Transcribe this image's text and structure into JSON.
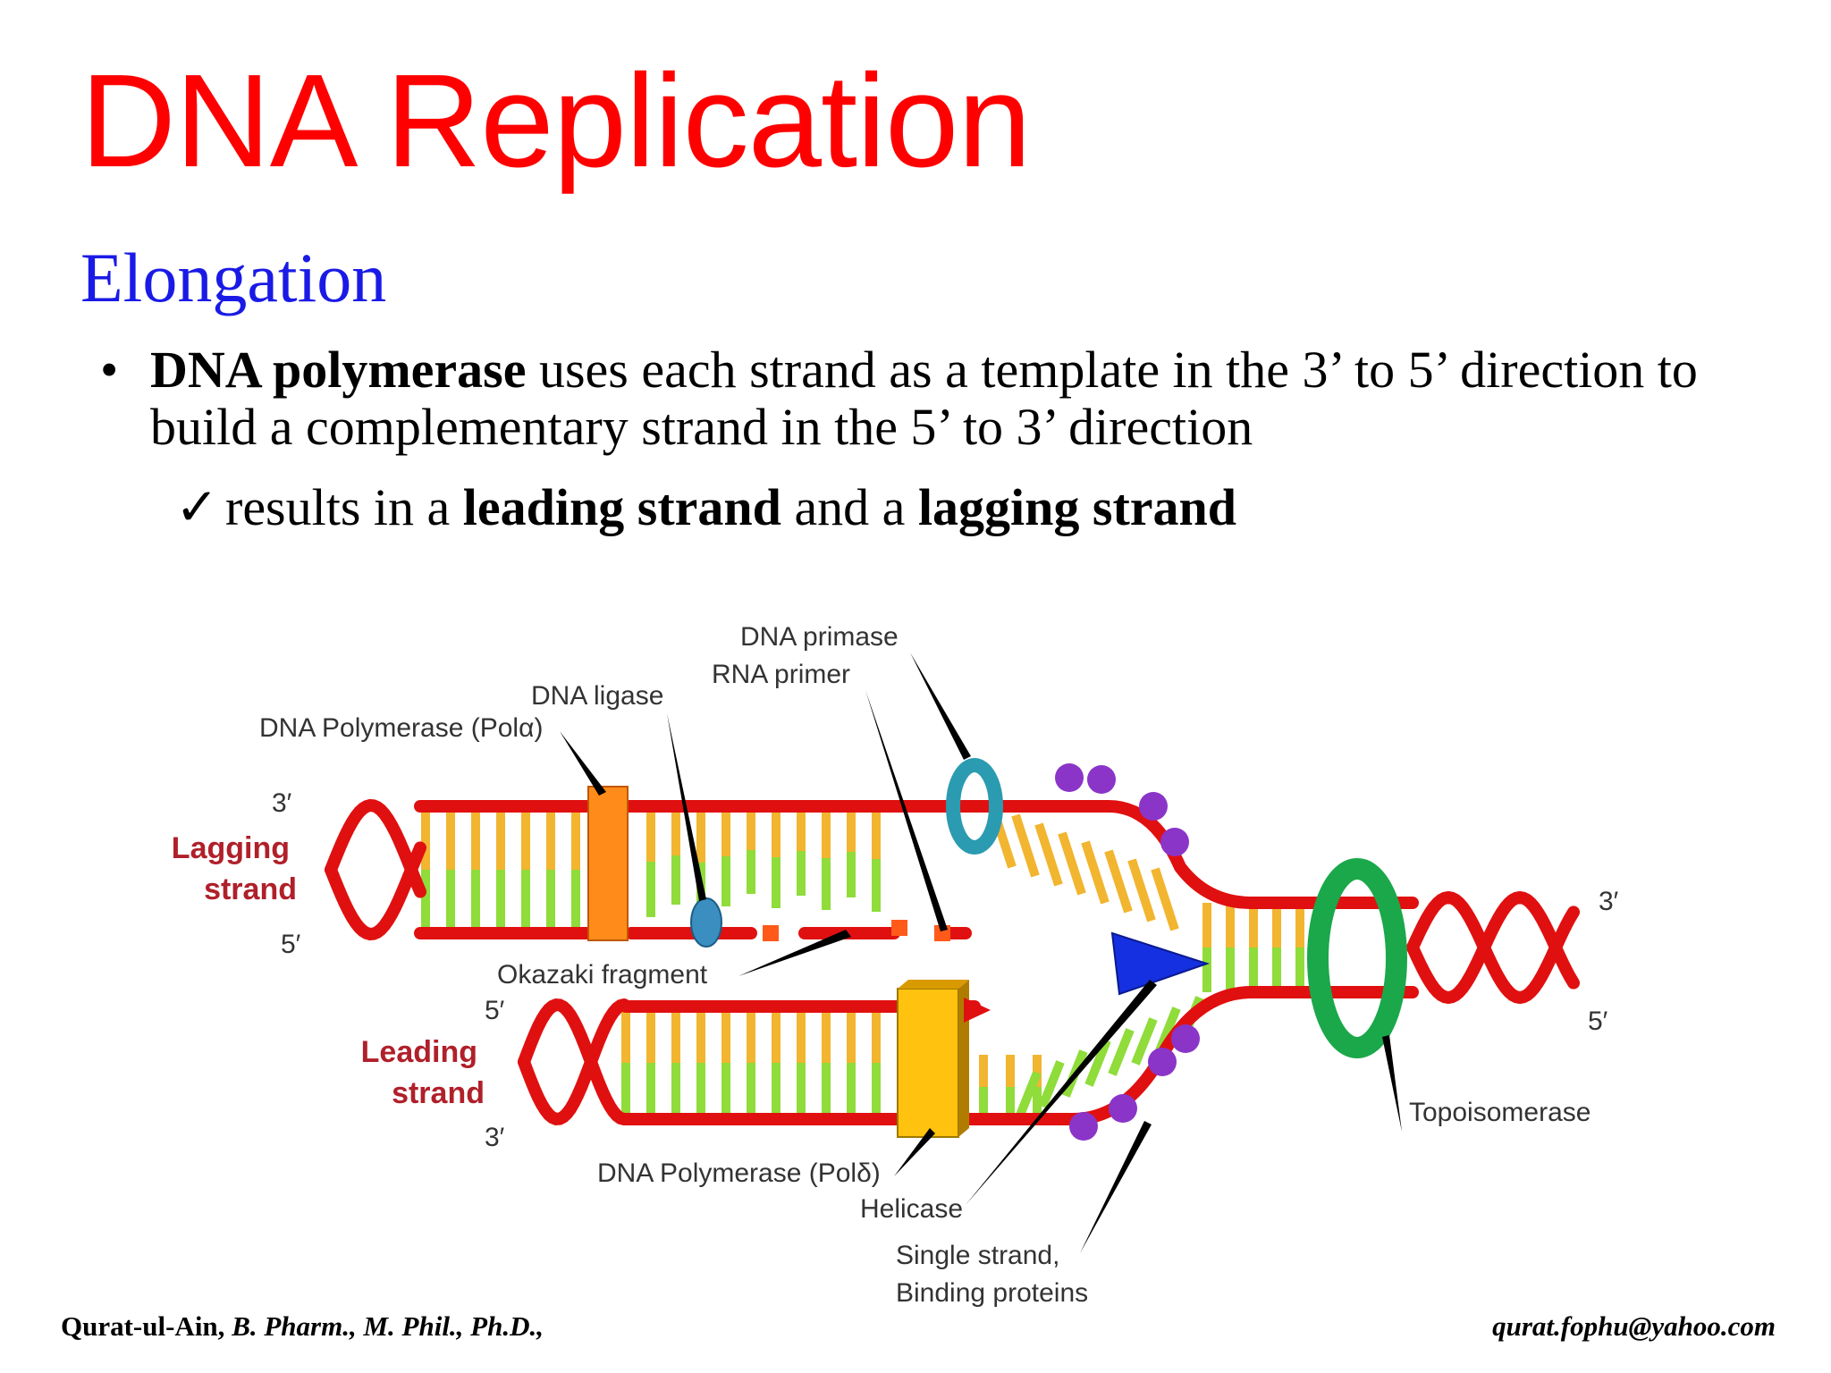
{
  "title": "DNA Replication",
  "subtitle": "Elongation",
  "bullet": {
    "symbol": "•",
    "strong": "DNA polymerase",
    "text": " uses each strand as a template in the 3’ to 5’ direction to build a complementary strand in the 5’ to 3’ direction"
  },
  "sub_bullet": {
    "symbol": "✓",
    "pre": "results in a ",
    "strong1": "leading strand",
    "mid": " and a ",
    "strong2": "lagging strand"
  },
  "diagram": {
    "labels": {
      "dna_primase": "DNA primase",
      "rna_primer": "RNA primer",
      "dna_ligase": "DNA ligase",
      "pol_alpha": "DNA Polymerase (Polα)",
      "lagging_line1": "Lagging",
      "lagging_line2": "strand",
      "leading_line1": "Leading",
      "leading_line2": "strand",
      "okazaki": "Okazaki fragment",
      "pol_delta": "DNA Polymerase (Polδ)",
      "helicase": "Helicase",
      "ssb_line1": "Single strand,",
      "ssb_line2": "Binding proteins",
      "topoisomerase": "Topoisomerase",
      "three_prime": "3′",
      "five_prime": "5′"
    },
    "colors": {
      "backbone": "#e01010",
      "base_a": "#f2b530",
      "base_b": "#8fdc3a",
      "pol_alpha": "#ff8c1a",
      "pol_delta": "#ffc20e",
      "ligase": "#3a8fc0",
      "primase": "#2a9bb0",
      "helicase": "#1530e0",
      "topoisomerase": "#1aa84a",
      "ssb": "#8a35c8",
      "label_red": "#b0202a"
    }
  },
  "footer": {
    "author": "Qurat-ul-Ain, ",
    "credentials": "B. Pharm., M. Phil., Ph.D.,",
    "email": "qurat.fophu@yahoo.com"
  }
}
